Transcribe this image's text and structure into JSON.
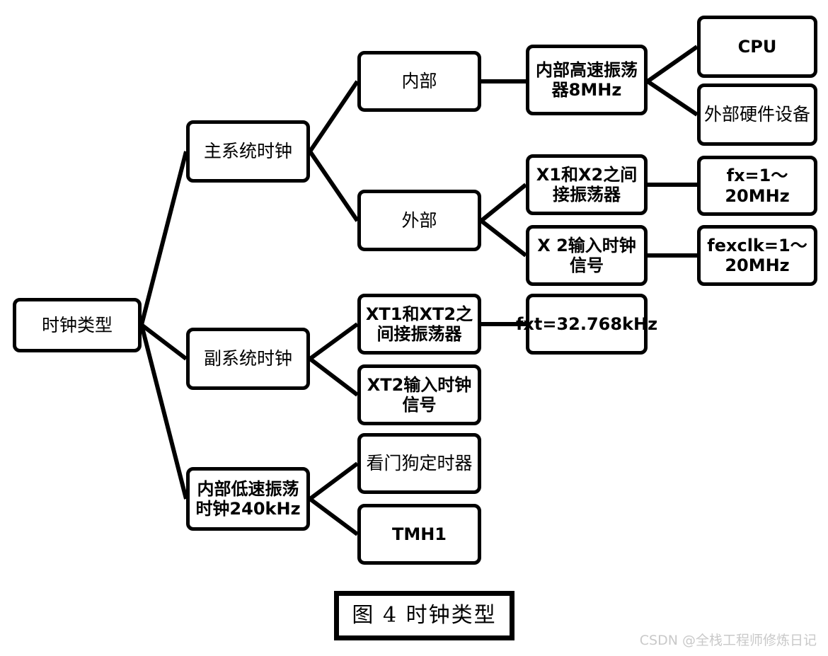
{
  "diagram": {
    "title": "时钟类型",
    "caption": "图 4  时钟类型",
    "watermark": "CSDN @全栈工程师修炼日记",
    "colors": {
      "stroke": "#000000",
      "fill": "#ffffff",
      "text": "#000000",
      "watermark": "#c9c9c9"
    },
    "nodes": {
      "root": "时钟类型",
      "main_system_clock": "主系统时钟",
      "internal": "内部",
      "external": "外部",
      "internal_high_speed_osc": "内部高速振荡器8MHz",
      "cpu": "CPU",
      "external_hardware": "外部硬件设备",
      "x1x2_osc": "X1和X2之间接振荡器",
      "fx_value": "fx=1～20MHz",
      "x2_clock_input": "X 2输入时钟信号",
      "fexclk_value": "fexclk=1～20MHz",
      "sub_system_clock": "副系统时钟",
      "xt1xt2_osc": "XT1和XT2之间接振荡器",
      "fxt_value": "fxt=32.768kHz",
      "xt2_clock_input": "XT2输入时钟信号",
      "internal_low_speed_osc": "内部低速振荡时钟240kHz",
      "watchdog_timer": "看门狗定时器",
      "tmh1": "TMH1"
    },
    "node_lines": {
      "internal_high_speed_osc": [
        "内部高速振荡",
        "器8MHz"
      ],
      "x1x2_osc": [
        "X1和X2之间",
        "接振荡器"
      ],
      "x2_clock_input": [
        "X 2输入时钟",
        "信号"
      ],
      "fexclk_value": [
        "fexclk=1～",
        "20MHz"
      ],
      "xt1xt2_osc": [
        "XT1和XT2之",
        "间接振荡器"
      ],
      "xt2_clock_input": [
        "XT2输入时钟",
        "信号"
      ],
      "internal_low_speed_osc": [
        "内部低速振荡",
        "时钟240kHz"
      ]
    },
    "edges": [
      {
        "from": "root",
        "to": "main_system_clock"
      },
      {
        "from": "root",
        "to": "sub_system_clock"
      },
      {
        "from": "root",
        "to": "internal_low_speed_osc"
      },
      {
        "from": "main_system_clock",
        "to": "internal"
      },
      {
        "from": "main_system_clock",
        "to": "external"
      },
      {
        "from": "internal",
        "to": "internal_high_speed_osc"
      },
      {
        "from": "internal_high_speed_osc",
        "to": "cpu"
      },
      {
        "from": "internal_high_speed_osc",
        "to": "external_hardware"
      },
      {
        "from": "external",
        "to": "x1x2_osc"
      },
      {
        "from": "external",
        "to": "x2_clock_input"
      },
      {
        "from": "x1x2_osc",
        "to": "fx_value"
      },
      {
        "from": "x2_clock_input",
        "to": "fexclk_value"
      },
      {
        "from": "sub_system_clock",
        "to": "xt1xt2_osc"
      },
      {
        "from": "sub_system_clock",
        "to": "xt2_clock_input"
      },
      {
        "from": "xt1xt2_osc",
        "to": "fxt_value"
      },
      {
        "from": "internal_low_speed_osc",
        "to": "watchdog_timer"
      },
      {
        "from": "internal_low_speed_osc",
        "to": "tmh1"
      }
    ]
  }
}
